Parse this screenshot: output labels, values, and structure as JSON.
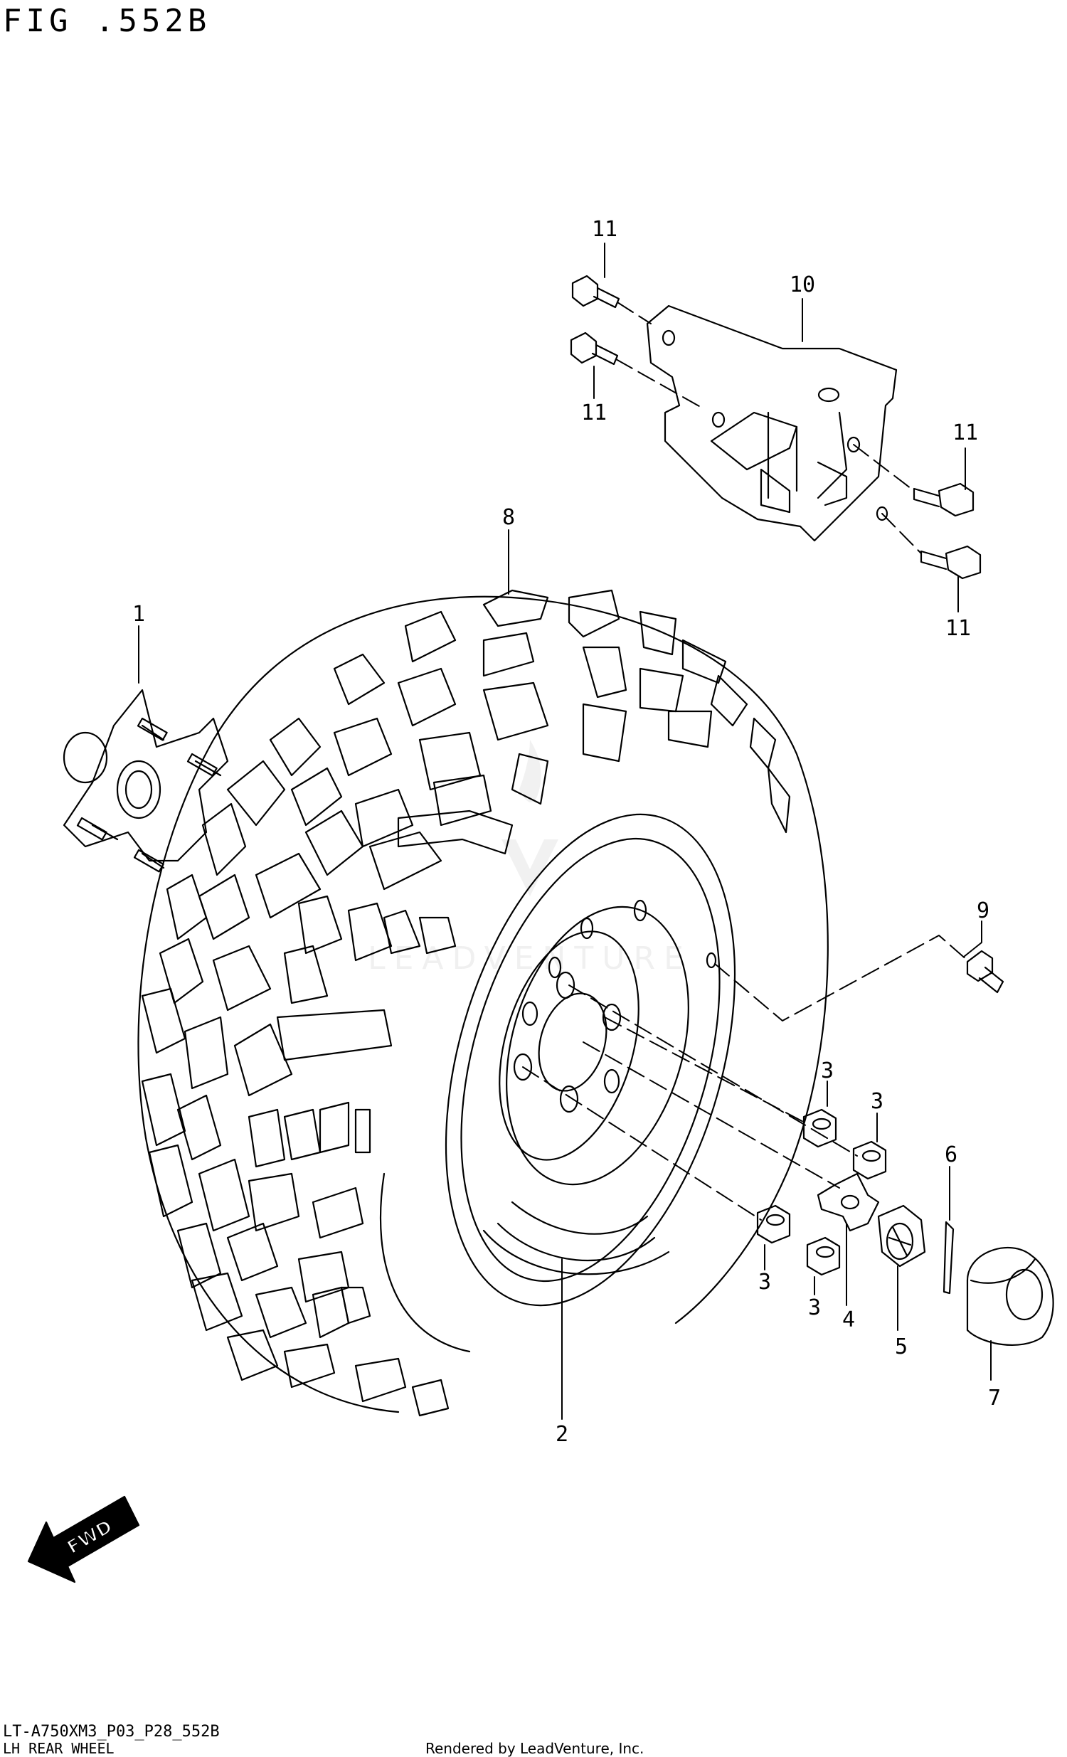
{
  "header": {
    "figure_title": "FIG .552B"
  },
  "footer": {
    "part_code": "LT-A750XM3_P03_P28_552B",
    "part_name": "LH REAR WHEEL",
    "credit": "Rendered by LeadVenture, Inc."
  },
  "watermark": {
    "text": "LEADVENTURE"
  },
  "direction_arrow": {
    "label": "FWD"
  },
  "callouts": {
    "c1": "1",
    "c2": "2",
    "c3a": "3",
    "c3b": "3",
    "c3c": "3",
    "c3d": "3",
    "c4": "4",
    "c5": "5",
    "c6": "6",
    "c7": "7",
    "c8": "8",
    "c9": "9",
    "c10": "10",
    "c11a": "11",
    "c11b": "11",
    "c11c": "11",
    "c11d": "11"
  }
}
